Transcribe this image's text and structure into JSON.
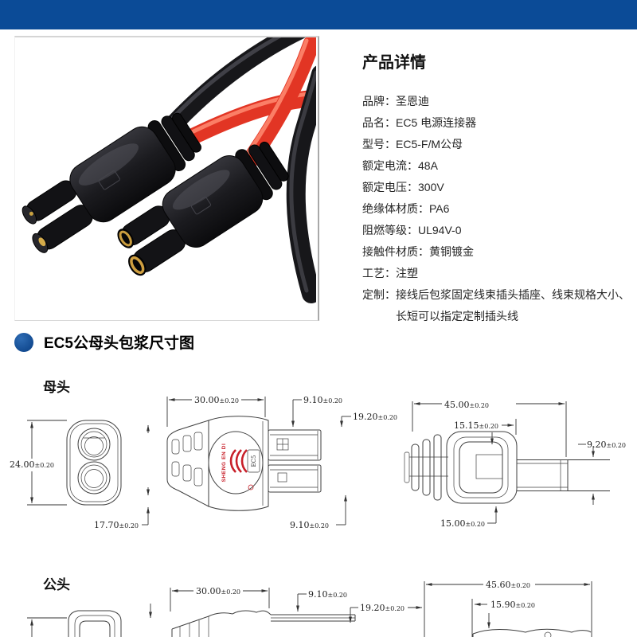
{
  "theme": {
    "header_bar_blue": "#0b4b97",
    "section_bullet_blue": "#17549f",
    "body_text": "#262626",
    "drawing_line": "#3f3f3f",
    "brand_logo_red": "#c8202a",
    "wire_red": "#e23524",
    "wire_black": "#1a1a1d",
    "gold_contact": "#c99c3e"
  },
  "details": {
    "title": "产品详情",
    "rows": [
      "品牌：圣恩迪",
      "品名：EC5 电源连接器",
      "型号：EC5-F/M公母",
      "额定电流：48A",
      "额定电压：300V",
      "绝缘体材质：PA6",
      "阻燃等级：UL94V-0",
      "接触件材质：黄铜镀金",
      "工艺：注塑",
      "定制：接线后包浆固定线束插头插座、线束规格大小、",
      "长短可以指定定制插头线"
    ]
  },
  "dimension_section": {
    "title": "EC5公母头包浆尺寸图",
    "female_label": "母头",
    "male_label": "公头",
    "female": {
      "front": {
        "height": {
          "v": "24.00",
          "t": "±0.20"
        },
        "width": {
          "v": "17.70",
          "t": "±0.20"
        }
      },
      "side": {
        "length": {
          "v": "30.00",
          "t": "±0.20"
        },
        "tab_width_top": {
          "v": "9.10",
          "t": "±0.20"
        },
        "tab_span": {
          "v": "19.20",
          "t": "±0.20"
        },
        "tab_width_bottom": {
          "v": "9.10",
          "t": "±0.20"
        },
        "logo_text": "SHENG EN DI",
        "marking": "EC5"
      },
      "top": {
        "length": {
          "v": "45.00",
          "t": "±0.20"
        },
        "face_width": {
          "v": "15.15",
          "t": "±0.20"
        },
        "cable_dia": {
          "v": "9.20",
          "t": "±0.20"
        },
        "body_width": {
          "v": "15.00",
          "t": "±0.20"
        }
      }
    },
    "male": {
      "side": {
        "length": {
          "v": "30.00",
          "t": "±0.20"
        },
        "tab_width": {
          "v": "9.10",
          "t": "±0.20"
        },
        "tab_span": {
          "v": "19.20",
          "t": "±0.20"
        }
      },
      "top": {
        "length": {
          "v": "45.60",
          "t": "±0.20"
        },
        "face_width": {
          "v": "15.90",
          "t": "±0.20"
        }
      }
    }
  }
}
